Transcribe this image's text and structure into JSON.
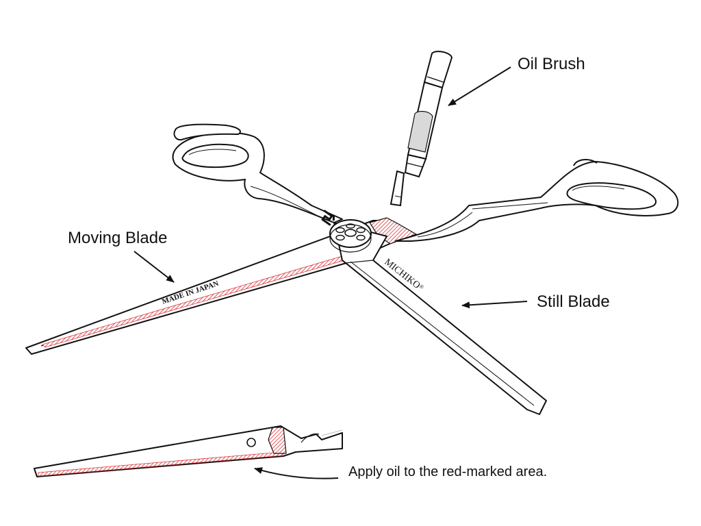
{
  "labels": {
    "oil_brush": "Oil Brush",
    "moving_blade": "Moving Blade",
    "still_blade": "Still Blade",
    "apply_note": "Apply oil to the red-marked area."
  },
  "engravings": {
    "made_in_japan": "MADE IN JAPAN",
    "brand": "MICHIKO",
    "registered_mark": "®"
  },
  "colors": {
    "line": "#111111",
    "oil_marking": "#d8343a",
    "brush_tint": "#d9d9d9"
  }
}
